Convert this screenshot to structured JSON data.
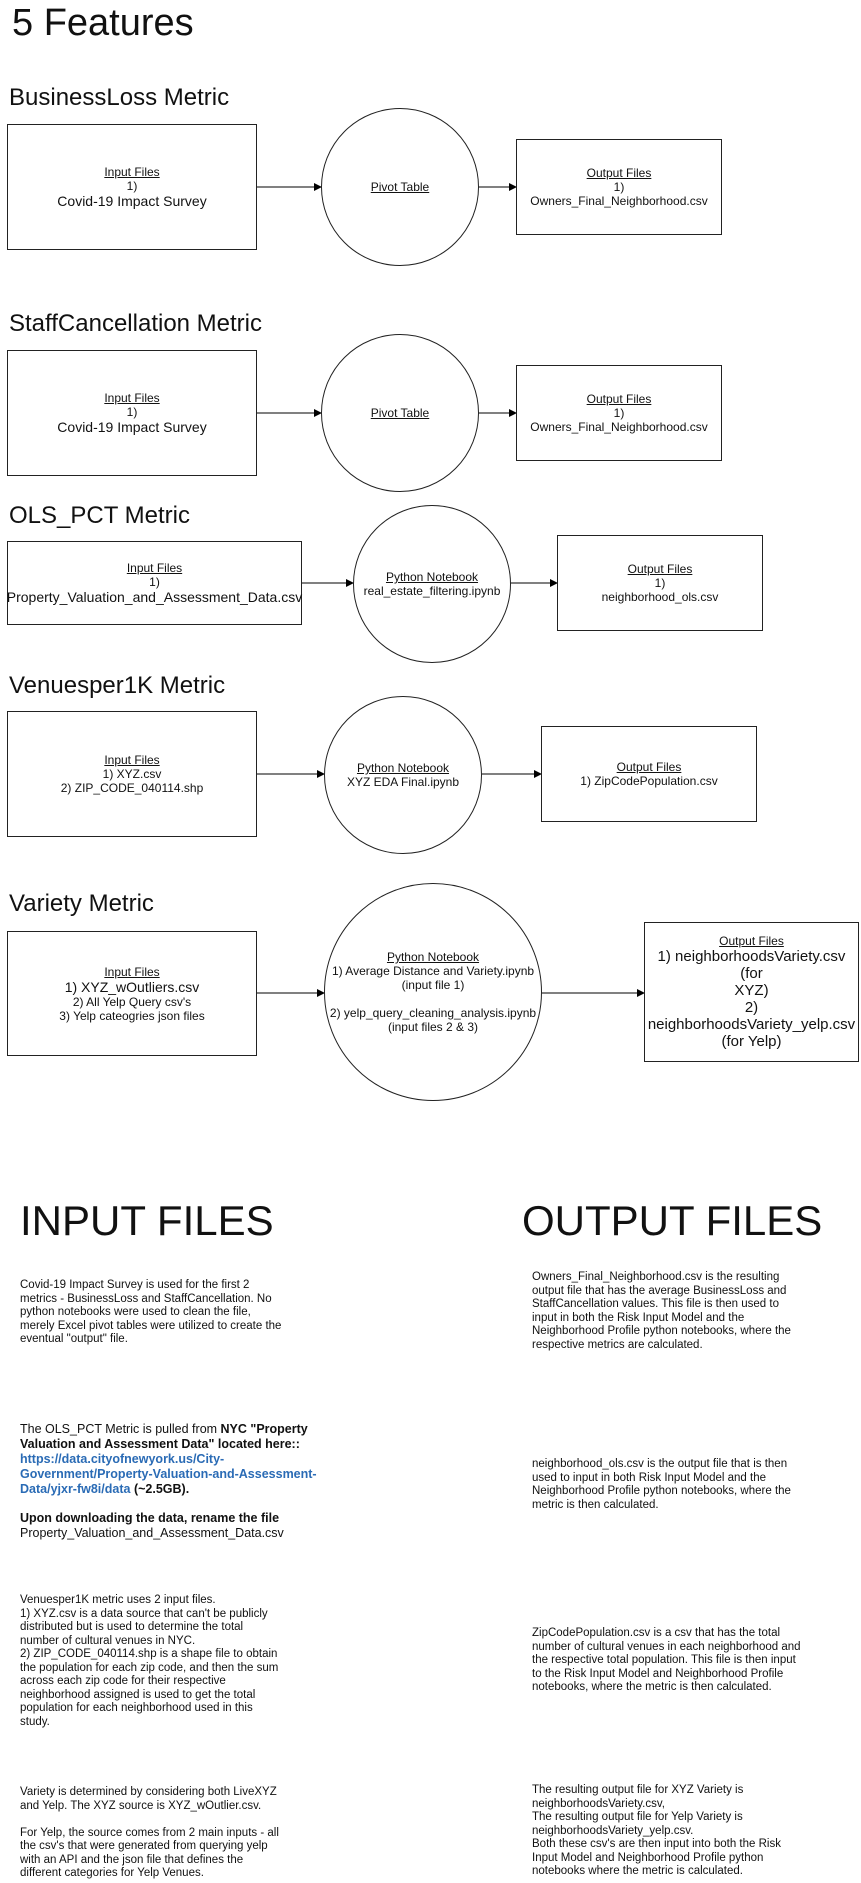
{
  "page_title": "5 Features",
  "sections": {
    "business_loss": {
      "title": "BusinessLoss Metric",
      "input_head": "Input Files",
      "input_lines": [
        "1)",
        "Covid-19 Impact Survey"
      ],
      "process_head": "Pivot Table",
      "output_head": "Output Files",
      "output_lines": [
        "1)",
        "Owners_Final_Neighborhood.csv"
      ]
    },
    "staff_cancellation": {
      "title": "StaffCancellation Metric",
      "input_head": "Input Files",
      "input_lines": [
        "1)",
        "Covid-19 Impact Survey"
      ],
      "process_head": "Pivot Table",
      "output_head": "Output Files",
      "output_lines": [
        "1)",
        "Owners_Final_Neighborhood.csv"
      ]
    },
    "ols_pct": {
      "title": "OLS_PCT Metric",
      "input_head": "Input Files",
      "input_lines": [
        "1)",
        "Property_Valuation_and_Assessment_Data.csv"
      ],
      "process_head": "Python Notebook",
      "process_lines": [
        "real_estate_filtering.ipynb"
      ],
      "output_head": "Output Files",
      "output_lines": [
        "1)",
        "neighborhood_ols.csv"
      ]
    },
    "venues": {
      "title": "Venuesper1K Metric",
      "input_head": "Input Files",
      "input_lines": [
        "1) XYZ.csv",
        "2) ZIP_CODE_040114.shp"
      ],
      "process_head": "Python Notebook",
      "process_lines": [
        "XYZ EDA Final.ipynb"
      ],
      "output_head": "Output Files",
      "output_lines": [
        "1) ZipCodePopulation.csv"
      ]
    },
    "variety": {
      "title": "Variety Metric",
      "input_head": "Input Files",
      "input_lines": [
        "1) XYZ_wOutliers.csv",
        "2) All Yelp Query csv's",
        "3) Yelp cateogries json files"
      ],
      "process_head": "Python Notebook",
      "process_lines": [
        "1) Average Distance and Variety.ipynb",
        "(input file 1)",
        "",
        "2) yelp_query_cleaning_analysis.ipynb",
        "(input files 2 & 3)"
      ],
      "output_head": "Output Files",
      "output_lines": [
        "1) neighborhoodsVariety.csv (for",
        "XYZ)",
        "2) neighborhoodsVariety_yelp.csv",
        "(for Yelp)"
      ]
    }
  },
  "input_files": {
    "heading": "INPUT FILES",
    "note1": "Covid-19 Impact Survey is used for the first 2\nmetrics - BusinessLoss and StaffCancellation. No\npython notebooks were used to clean the file,\nmerely Excel pivot tables were utilized to create the\neventual \"output\" file.",
    "note2_a": "The OLS_PCT Metric is pulled from ",
    "note2_b": "NYC \"Property Valuation and Assessment Data\" located here:: ",
    "note2_link": "https://data.cityofnewyork.us/City-Government/Property-Valuation-and-Assessment-Data/yjxr-fw8i/data",
    "note2_c": " (~2.5GB).",
    "note2_d": "Upon downloading the data, rename the file ",
    "note2_e": "Property_Valuation_and_Assessment_Data.csv",
    "note3": "Venuesper1K metric uses 2 input files.\n1) XYZ.csv is a data source that can't be publicly\ndistributed but is used to determine the total\nnumber of cultural venues in NYC.\n2) ZIP_CODE_040114.shp is a shape file to obtain\nthe population for each zip code, and then the sum\nacross each zip code for their respective\nneighborhood assigned is used to get the total\npopulation for each neighborhood used in this\nstudy.",
    "note4": "Variety is determined by considering both LiveXYZ\nand Yelp. The XYZ source is XYZ_wOutlier.csv.\n\nFor Yelp, the source comes from 2 main inputs - all\nthe csv's that were generated from querying yelp\nwith an API and the json file that defines the\ndifferent categories for Yelp Venues."
  },
  "output_files": {
    "heading": "OUTPUT FILES",
    "note1": "Owners_Final_Neighborhood.csv is the resulting\noutput file that has the average BusinessLoss and\nStaffCancellation values. This file is then used to\ninput in both the Risk Input Model and the\nNeighborhood Profile python notebooks, where the\nrespective metrics are calculated.",
    "note2": "neighborhood_ols.csv is the output file that is then\nused to input in both Risk Input Model and the\nNeighborhood Profile python notebooks, where the\nmetric is then calculated.",
    "note3": "ZipCodePopulation.csv is a csv that has the total\nnumber of cultural venues in each neighborhood and\nthe respective total population. This file is then input\nto the Risk Input Model and Neighborhood Profile\nnotebooks, where the metric is then calculated.",
    "note4": "The resulting output file for XYZ Variety is\nneighborhoodsVariety.csv,\nThe resulting output file for Yelp Variety is\nneighborhoodsVariety_yelp.csv.\nBoth these csv's are then input into both the Risk\nInput Model and Neighborhood Profile python\nnotebooks where the metric is calculated."
  }
}
